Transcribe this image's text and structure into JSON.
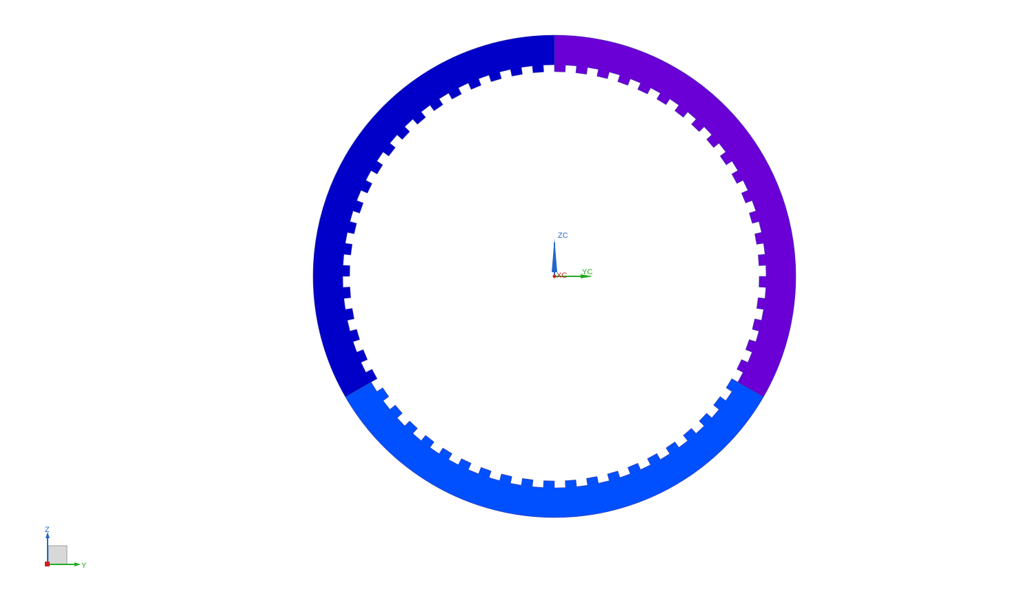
{
  "scene": {
    "segments": [
      {
        "name": "left",
        "color": "#0000c8"
      },
      {
        "name": "right",
        "color": "#6a00d6"
      },
      {
        "name": "bottom",
        "color": "#0050ff"
      }
    ],
    "tooth_count": 60,
    "ring_edge_color": "#3a3aa0"
  },
  "wcs": {
    "z_label": "ZC",
    "x_label": "XC",
    "y_label": "YC",
    "z_color": "#2266cc",
    "x_color": "#cc2222",
    "y_color": "#22aa22"
  },
  "triad": {
    "z_label": "Z",
    "y_label": "Y",
    "z_color": "#2266cc",
    "y_color": "#22aa22",
    "origin_color": "#cc2222"
  }
}
